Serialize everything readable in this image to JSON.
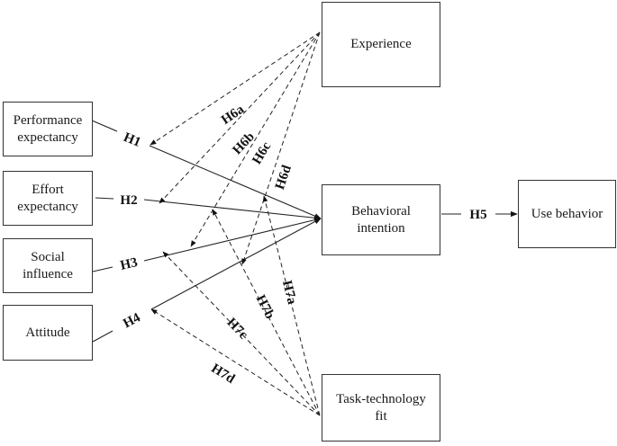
{
  "nodes": {
    "experience": "Experience",
    "performance_expectancy": "Performance\nexpectancy",
    "effort_expectancy": "Effort\nexpectancy",
    "social_influence": "Social\ninfluence",
    "attitude": "Attitude",
    "behavioral_intention": "Behavioral\nintention",
    "use_behavior": "Use behavior",
    "task_technology_fit": "Task-technology\nfit"
  },
  "hypotheses": {
    "H1": "H1",
    "H2": "H2",
    "H3": "H3",
    "H4": "H4",
    "H5": "H5",
    "H6a": "H6a",
    "H6b": "H6b",
    "H6c": "H6c",
    "H6d": "H6d",
    "H7a": "H7a",
    "H7b": "H7b",
    "H7c": "H7c",
    "H7d": "H7d"
  },
  "edges": [
    {
      "id": "H1",
      "from": "performance_expectancy",
      "to": "behavioral_intention",
      "style": "solid"
    },
    {
      "id": "H2",
      "from": "effort_expectancy",
      "to": "behavioral_intention",
      "style": "solid"
    },
    {
      "id": "H3",
      "from": "social_influence",
      "to": "behavioral_intention",
      "style": "solid"
    },
    {
      "id": "H4",
      "from": "attitude",
      "to": "behavioral_intention",
      "style": "solid"
    },
    {
      "id": "H5",
      "from": "behavioral_intention",
      "to": "use_behavior",
      "style": "solid"
    },
    {
      "id": "H6a",
      "from": "experience",
      "to": "H1",
      "style": "dashed"
    },
    {
      "id": "H6b",
      "from": "experience",
      "to": "H2",
      "style": "dashed"
    },
    {
      "id": "H6c",
      "from": "experience",
      "to": "H3",
      "style": "dashed"
    },
    {
      "id": "H6d",
      "from": "experience",
      "to": "H4",
      "style": "dashed"
    },
    {
      "id": "H7a",
      "from": "task_technology_fit",
      "to": "H1",
      "style": "dashed"
    },
    {
      "id": "H7b",
      "from": "task_technology_fit",
      "to": "H2",
      "style": "dashed"
    },
    {
      "id": "H7c",
      "from": "task_technology_fit",
      "to": "H3",
      "style": "dashed"
    },
    {
      "id": "H7d",
      "from": "task_technology_fit",
      "to": "H4",
      "style": "dashed"
    }
  ]
}
